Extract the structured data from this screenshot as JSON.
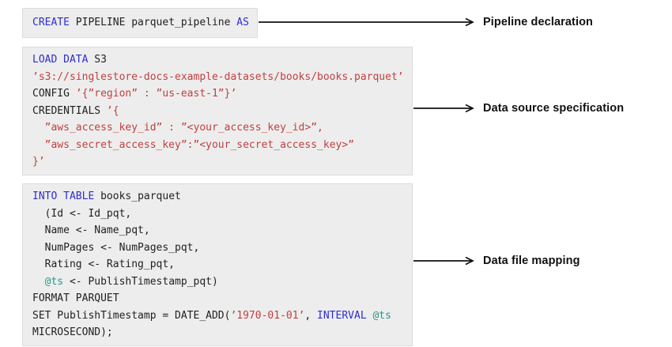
{
  "palette": {
    "keyword": "#2d2dd2",
    "string": "#c04141",
    "variable": "#20998c",
    "plain": "#212121",
    "block_bg": "#ededed",
    "block_border": "#dcdcdc",
    "label_color": "#111111",
    "arrow_color": "#111111"
  },
  "annotations": {
    "declaration": {
      "text": "Pipeline declaration"
    },
    "source": {
      "text": "Data source specification"
    },
    "mapping": {
      "text": "Data file mapping"
    }
  },
  "code": {
    "declaration": [
      [
        {
          "t": "CREATE",
          "c": "kw"
        },
        {
          "t": " PIPELINE parquet_pipeline ",
          "c": "plain"
        },
        {
          "t": "AS",
          "c": "kw"
        }
      ]
    ],
    "source": [
      [
        {
          "t": "LOAD DATA",
          "c": "kw"
        },
        {
          "t": " S3",
          "c": "plain"
        }
      ],
      [
        {
          "t": "’s3://singlestore-docs-example-datasets/books/books.parquet’",
          "c": "str"
        }
      ],
      [
        {
          "t": "CONFIG ",
          "c": "plain"
        },
        {
          "t": "’{”region” : ”us-east-1”}’",
          "c": "str"
        }
      ],
      [
        {
          "t": "CREDENTIALS ",
          "c": "plain"
        },
        {
          "t": "’{",
          "c": "str"
        }
      ],
      [
        {
          "t": "  ”aws_access_key_id” : ”<your_access_key_id>”,",
          "c": "str"
        }
      ],
      [
        {
          "t": "  ”aws_secret_access_key”:”<your_secret_access_key>”",
          "c": "str"
        }
      ],
      [
        {
          "t": "}’",
          "c": "str"
        }
      ]
    ],
    "mapping": [
      [
        {
          "t": "INTO TABLE",
          "c": "kw"
        },
        {
          "t": " books_parquet",
          "c": "plain"
        }
      ],
      [
        {
          "t": "  (Id <- Id_pqt,",
          "c": "plain"
        }
      ],
      [
        {
          "t": "  Name <- Name_pqt,",
          "c": "plain"
        }
      ],
      [
        {
          "t": "  NumPages <- NumPages_pqt,",
          "c": "plain"
        }
      ],
      [
        {
          "t": "  Rating <- Rating_pqt,",
          "c": "plain"
        }
      ],
      [
        {
          "t": "  ",
          "c": "plain"
        },
        {
          "t": "@ts",
          "c": "var"
        },
        {
          "t": " <- PublishTimestamp_pqt)",
          "c": "plain"
        }
      ],
      [
        {
          "t": "FORMAT PARQUET",
          "c": "plain"
        }
      ],
      [
        {
          "t": "SET PublishTimestamp = DATE_ADD(",
          "c": "plain"
        },
        {
          "t": "’1970-01-01’",
          "c": "str"
        },
        {
          "t": ", ",
          "c": "plain"
        },
        {
          "t": "INTERVAL",
          "c": "kw"
        },
        {
          "t": " ",
          "c": "plain"
        },
        {
          "t": "@ts",
          "c": "var"
        }
      ],
      [
        {
          "t": "MICROSECOND);",
          "c": "plain"
        }
      ]
    ]
  }
}
